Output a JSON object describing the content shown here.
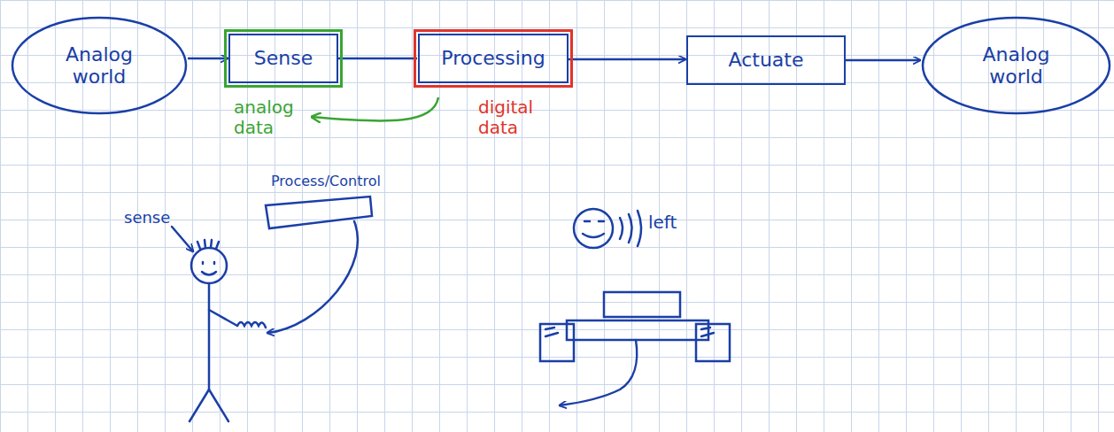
{
  "diagram": {
    "nodes": [
      {
        "text": [
          "Analog world"
        ]
      },
      {
        "text": [
          "Sense"
        ]
      },
      {
        "text": [
          "Processing"
        ]
      },
      {
        "text": [
          "Actuate"
        ]
      },
      {
        "text": [
          "Analog world"
        ]
      }
    ],
    "edges": [
      {
        "from": 0,
        "to": 1,
        "arrow": "to"
      },
      {
        "from": 1,
        "to": 2,
        "arrow": "none"
      },
      {
        "from": 2,
        "to": 3,
        "arrow": "to"
      },
      {
        "from": 3,
        "to": 4,
        "arrow": "to"
      }
    ],
    "labels": [
      "analog data",
      "digital data",
      "sense",
      "Process/Control",
      "left"
    ]
  }
}
